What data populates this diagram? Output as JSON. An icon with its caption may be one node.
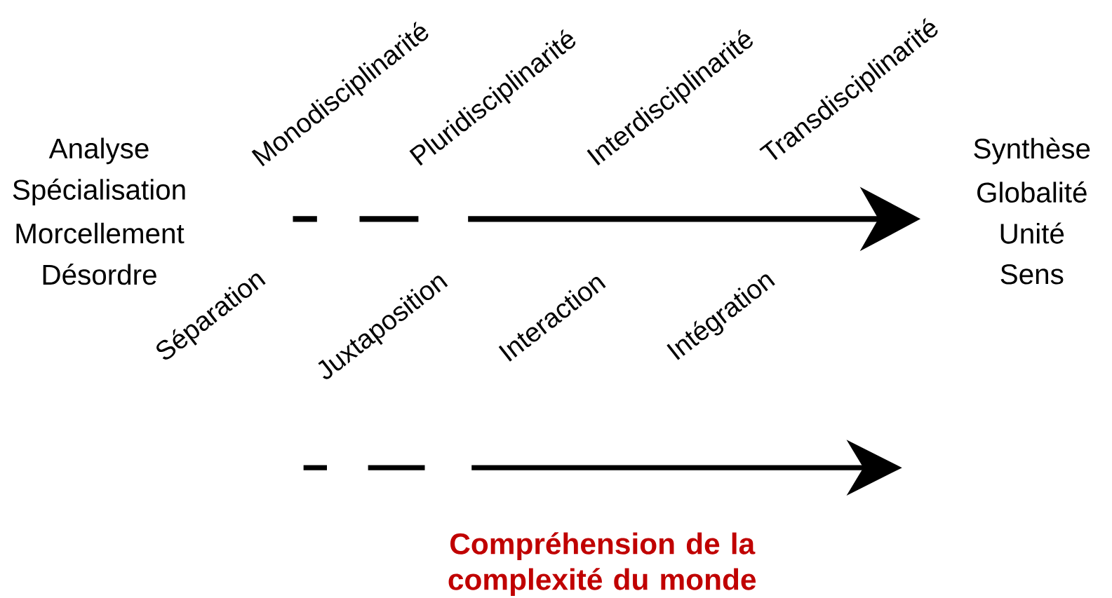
{
  "diagram": {
    "caption": "Compréhension de la complexité du monde",
    "labels": [
      "Analyse",
      "Spécialisation",
      "Morcellement",
      "Désordre",
      "Monodisciplinarité",
      "Pluridisciplinarité",
      "Interdisciplinarité",
      "Transdisciplinarité",
      "Séparation",
      "Juxtaposition",
      "Interaction",
      "Intégration",
      "Synthèse",
      "Globalité",
      "Unité",
      "Sens"
    ]
  }
}
